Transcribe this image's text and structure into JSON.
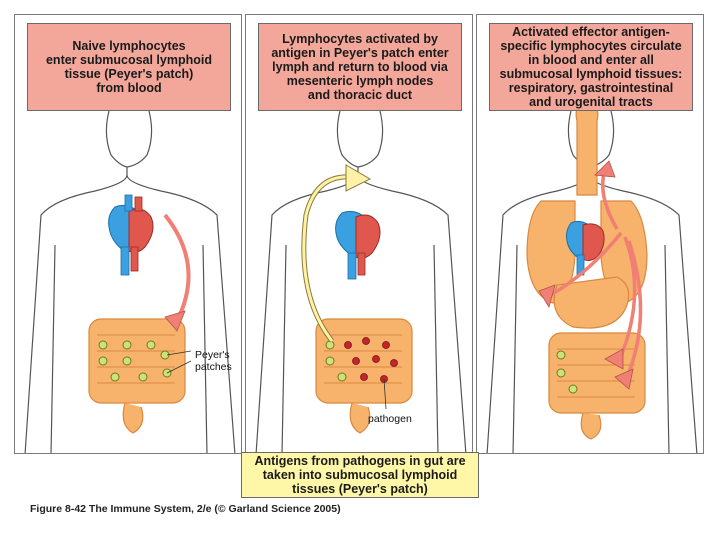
{
  "panels": [
    {
      "callout": "Naive lymphocytes\nenter submucosal lymphoid\ntissue (Peyer's patch)\nfrom blood",
      "callout_color": "#f3a79a",
      "labels": {
        "peyers_patches": "Peyer's\npatches"
      }
    },
    {
      "callout": "Lymphocytes activated by\nantigen in Peyer's patch enter\nlymph and return to blood via\nmesenteric lymph nodes\nand thoracic duct",
      "callout_color": "#f3a79a",
      "labels": {
        "pathogen": "pathogen"
      }
    },
    {
      "callout": "Activated effector antigen-\nspecific lymphocytes circulate\nin blood and enter all\nsubmucosal lymphoid tissues:\nrespiratory, gastrointestinal\nand urogenital tracts",
      "callout_color": "#f3a79a",
      "labels": {}
    }
  ],
  "bottom_callout": {
    "text": "Antigens from pathogens in gut are\ntaken into submucosal lymphoid\ntissues (Peyer's patch)",
    "color": "#fff7a8"
  },
  "caption": "Figure 8-42  The Immune System, 2/e (© Garland Science 2005)",
  "colors": {
    "body_outline": "#555555",
    "organ": "#f7b26c",
    "organ_edge": "#d9893f",
    "heart_blue": "#3aa0e0",
    "heart_red": "#e0574e",
    "arrow_red": "#f07f74",
    "lymph_yellow": "#fff2a6",
    "patch_green": "#cfe27a",
    "pathogen_red": "#c0262a"
  }
}
